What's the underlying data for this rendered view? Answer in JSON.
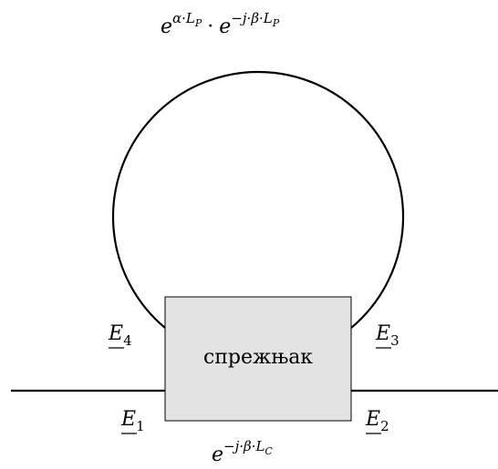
{
  "diagram": {
    "loop_label": {
      "part1_base": "e",
      "part1_exp": "α·L",
      "part1_sub": "P",
      "dot": "·",
      "part2_base": "e",
      "part2_exp": "−j·β·L",
      "part2_sub": "P"
    },
    "coupler_label": "спрежњак",
    "bottom_label": {
      "base": "e",
      "exp": "−j·β·L",
      "sub": "C"
    },
    "ports": {
      "e1": {
        "letter": "E",
        "index": "1"
      },
      "e2": {
        "letter": "E",
        "index": "2"
      },
      "e3": {
        "letter": "E",
        "index": "3"
      },
      "e4": {
        "letter": "E",
        "index": "4"
      }
    },
    "colors": {
      "coupler_fill": "#e3e3e3",
      "stroke": "#000000"
    }
  }
}
